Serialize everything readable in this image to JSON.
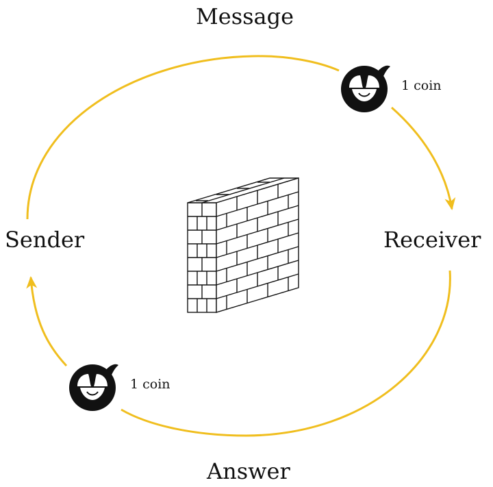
{
  "diagram": {
    "top_label": "Message",
    "right_label": "Receiver",
    "left_label": "Sender",
    "bottom_label": "Answer",
    "coin_top": {
      "icon": "messenger-face-icon",
      "label": "1 coin"
    },
    "coin_bottom": {
      "icon": "messenger-face-icon",
      "label": "1 coin"
    },
    "center_icon": "brick-wall-icon"
  },
  "colors": {
    "arrow": "#F0BE1E",
    "ink": "#111111",
    "background": "#FFFFFF"
  }
}
